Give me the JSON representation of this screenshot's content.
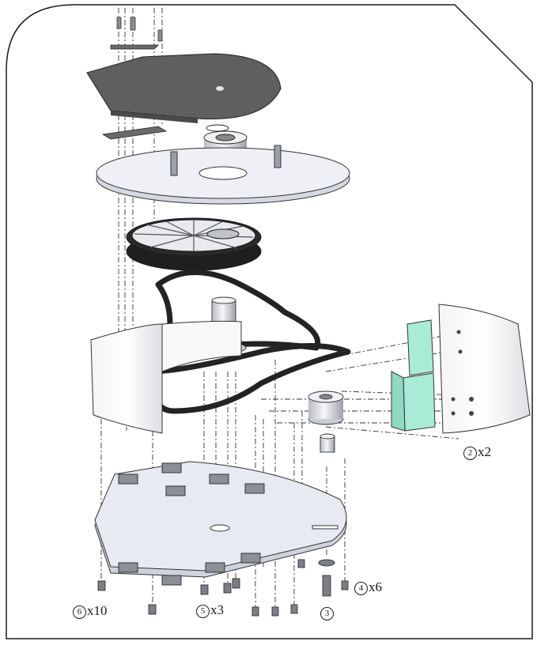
{
  "figure": {
    "colors": {
      "frame": "#1a1a1a",
      "plate_dark": "#5f5f5f",
      "plate_light": "#e4e7ee",
      "belt": "#232323",
      "bracket": "#a8ecd8",
      "metal": "#c9ccd3"
    },
    "callouts": {
      "bracket": {
        "number": "2",
        "qty": "x2"
      },
      "washer": {
        "number": "4",
        "qty": "x6"
      },
      "bolt": {
        "number": "3",
        "qty": ""
      },
      "spacer": {
        "number": "5",
        "qty": "x3"
      },
      "screw": {
        "number": "6",
        "qty": "x10"
      }
    }
  }
}
